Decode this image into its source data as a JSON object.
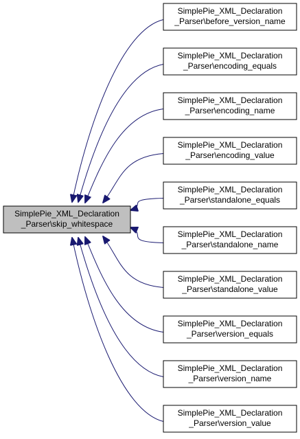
{
  "colors": {
    "edge": "#191970",
    "node_border": "#000000",
    "node_fill": "#ffffff",
    "focus_fill": "#bfbfbf"
  },
  "focus_node": {
    "line1": "SimplePie_XML_Declaration",
    "line2": "_Parser\\skip_whitespace"
  },
  "caller_nodes": [
    {
      "line1": "SimplePie_XML_Declaration",
      "line2": "_Parser\\before_version_name"
    },
    {
      "line1": "SimplePie_XML_Declaration",
      "line2": "_Parser\\encoding_equals"
    },
    {
      "line1": "SimplePie_XML_Declaration",
      "line2": "_Parser\\encoding_name"
    },
    {
      "line1": "SimplePie_XML_Declaration",
      "line2": "_Parser\\encoding_value"
    },
    {
      "line1": "SimplePie_XML_Declaration",
      "line2": "_Parser\\standalone_equals"
    },
    {
      "line1": "SimplePie_XML_Declaration",
      "line2": "_Parser\\standalone_name"
    },
    {
      "line1": "SimplePie_XML_Declaration",
      "line2": "_Parser\\standalone_value"
    },
    {
      "line1": "SimplePie_XML_Declaration",
      "line2": "_Parser\\version_equals"
    },
    {
      "line1": "SimplePie_XML_Declaration",
      "line2": "_Parser\\version_name"
    },
    {
      "line1": "SimplePie_XML_Declaration",
      "line2": "_Parser\\version_value"
    }
  ]
}
